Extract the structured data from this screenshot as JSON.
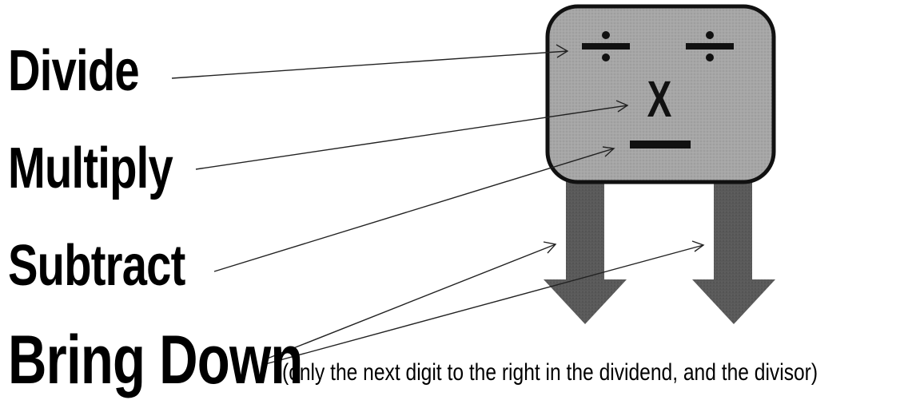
{
  "labels": {
    "divide": "Divide",
    "multiply": "Multiply",
    "subtract": "Subtract",
    "bring_down": "Bring Down",
    "bring_down_note": "(only the next digit to the right in the dividend, and the divisor)"
  },
  "face": {
    "divide_symbol": "÷",
    "multiply_symbol": "X",
    "subtract_symbol": "—"
  },
  "colors": {
    "box_fill": "#a8a8a8",
    "box_stroke": "#111111",
    "arrow_fill": "#555555"
  }
}
